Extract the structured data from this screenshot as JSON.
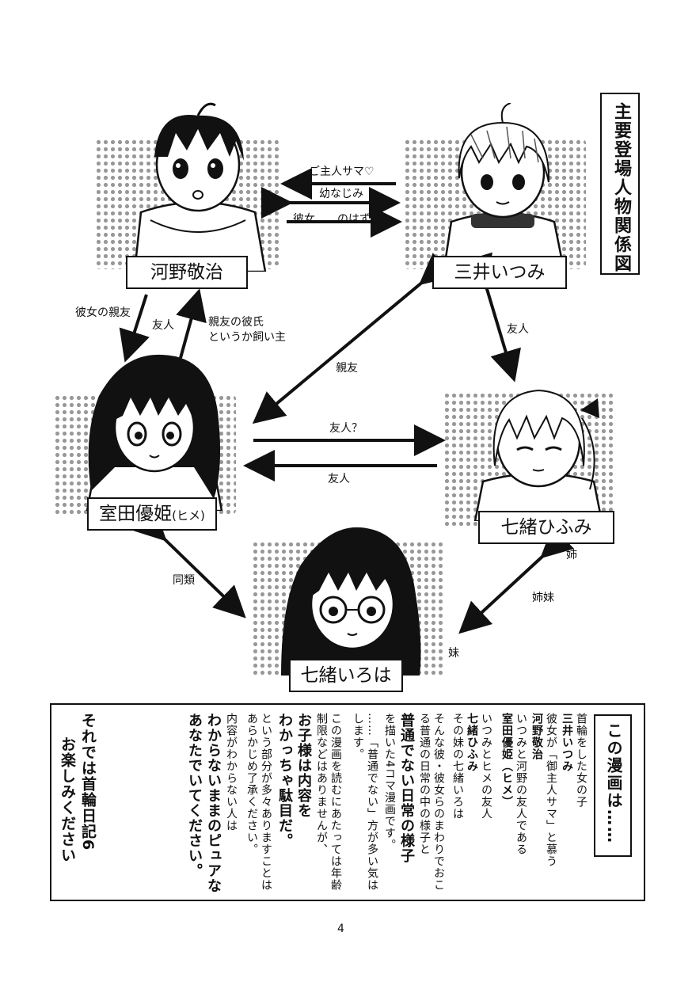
{
  "title": "主要登場人物関係図",
  "characters": {
    "kawano": "河野敬治",
    "mitsui": "三井いつみ",
    "murota": "室田優姫",
    "murota_suffix": "(ヒメ)",
    "fumi": "七緒ひふみ",
    "iroha": "七緒いろは"
  },
  "relations": {
    "goshujin": "ご主人サマ",
    "osananajimi": "幼なじみ",
    "kanojo": "彼女……のはず",
    "kanojo_no_shinyu": "彼女の親友",
    "yujin_left": "友人",
    "shinyu_no_kareshi_1": "親友の彼氏",
    "shinyu_no_kareshi_2": "というか飼い主",
    "shinyu": "親友",
    "yujin_right": "友人",
    "yujin_q": "友人？",
    "yujin_bottom": "友人",
    "dorui": "同類",
    "ane": "姉",
    "shimai": "姉妹",
    "imouto": "妹"
  },
  "panel": {
    "heading": "この漫画は……",
    "col1": "首輪をした女の子",
    "col2": "三井いつみ",
    "col3": "彼女が「御主人サマ」と慕う",
    "col4": "河野敬治",
    "col5": "いつみと河野の友人である",
    "col6": "室田優姫（ヒメ）",
    "col7": "いつみとヒメの友人",
    "col8": "七緒ひふみ",
    "col9": "その妹の七緒いろは",
    "col10": "そんな彼・彼女らのまわりでおこ",
    "col11": "る普通の日常の中の様子と",
    "col12": "普通でない日常の様子",
    "col13": "を描いた4コマ漫画です。",
    "col14": "……「普通でない」方が多い気は",
    "col15": "します。",
    "col16": "この漫画を読むにあたっては年齢",
    "col17": "制限などはありませんが、",
    "col18": "お子様は内容を",
    "col19": "わかっちゃ駄目だ。",
    "col20": "という部分が多々ありますことは",
    "col21": "あらかじめ了承ください。",
    "col22": "内容がわからない人は",
    "col23": "わからないままのピュアな",
    "col24": "あなたでいてください。",
    "closing1": "それでは首輪日記6",
    "closing2": "お楽しみください"
  },
  "page_number": "4"
}
